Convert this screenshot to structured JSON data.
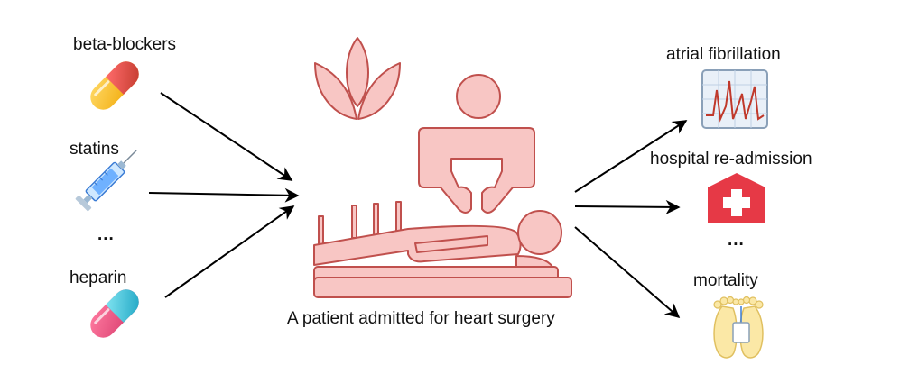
{
  "treatments": {
    "beta_blockers": "beta-blockers",
    "statins": "statins",
    "ellipsis": "...",
    "heparin": "heparin"
  },
  "center": {
    "caption": "A patient admitted for heart surgery"
  },
  "outcomes": {
    "atrial_fibrillation": "atrial fibrillation",
    "readmission": "hospital re-admission",
    "ellipsis": "...",
    "mortality": "mortality"
  },
  "colors": {
    "patient_fill": "#f8c6c4",
    "patient_stroke": "#c0504d",
    "arrow": "#000000",
    "hospital_red": "#e63946",
    "feet_yellow": "#fbe8a6"
  }
}
